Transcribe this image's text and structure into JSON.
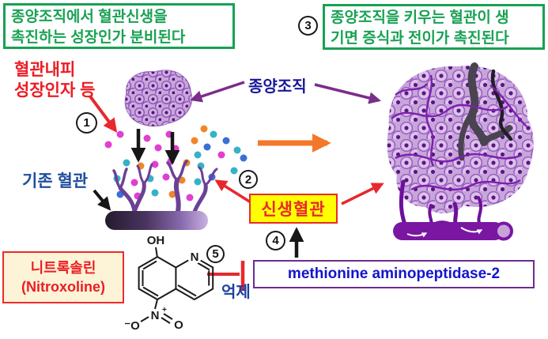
{
  "boxes": {
    "top_left": {
      "line1": "종양조직에서 혈관신생을",
      "line2": "촉진하는 성장인가 분비된다"
    },
    "top_right": {
      "line1": "종양조직을 키우는 혈관이 생",
      "line2": "기면 증식과 전이가 촉진된다"
    },
    "new_vessel_label": "신생혈관",
    "metap2_label": "methionine aminopeptidase-2",
    "nitroxoline": {
      "line1": "니트록솔린",
      "line2": "(Nitroxoline)"
    }
  },
  "labels": {
    "growth_factor_line1": "혈관내피",
    "growth_factor_line2": "성장인자 등",
    "tumor_tissue": "종양조직",
    "existing_vessel": "기존 혈관",
    "inhibition": "억제"
  },
  "steps": {
    "step1": "1",
    "step2": "2",
    "step3": "3",
    "step4": "4",
    "step5": "5"
  },
  "chemistry": {
    "hydroxyl": "OH",
    "ring_nitrogen": "N",
    "nitro_nitrogen": "N",
    "nitro_charge": "+",
    "oxygen_left": "⁻O",
    "oxygen_right": "O"
  },
  "colors": {
    "green": "#18a153",
    "red": "#ed1c24",
    "navy": "#17179a",
    "blue_label": "#1f4e9c",
    "metap_text": "#1414cf",
    "metap_border": "#6a2c91",
    "yellow": "#ffff00",
    "cream": "#fdf4d8",
    "orange_arrow": "#f4772a",
    "purple_arrow": "#7b2d8b",
    "tumor_fill": "#c7a6da",
    "vessel_purple": "#7a16a2"
  }
}
